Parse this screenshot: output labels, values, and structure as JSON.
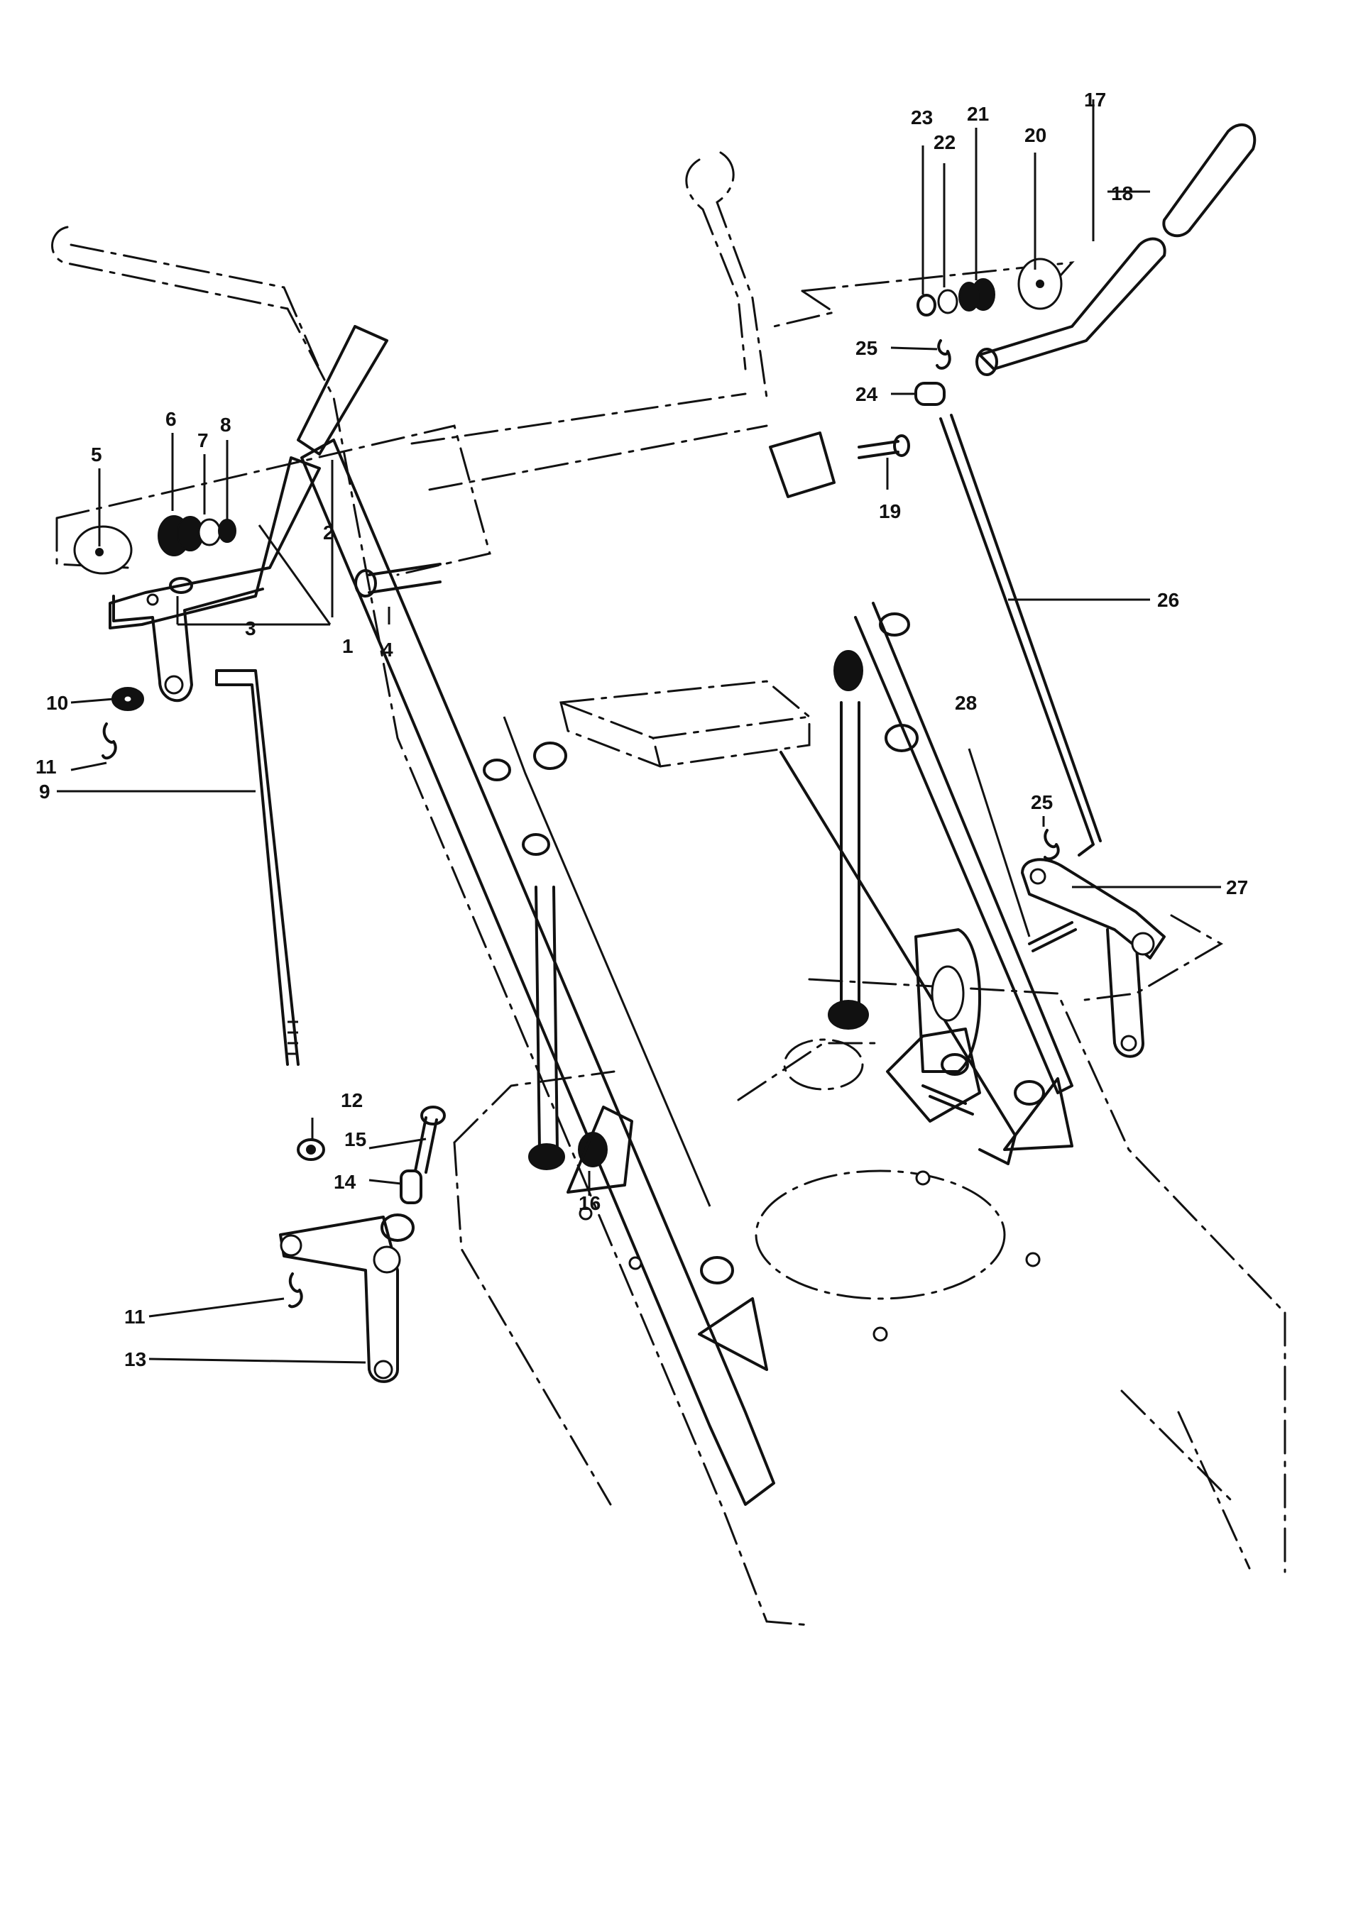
{
  "diagram": {
    "type": "exploded-parts-view",
    "callouts": [
      "1",
      "2",
      "3",
      "4",
      "5",
      "6",
      "7",
      "8",
      "9",
      "10",
      "11",
      "11",
      "12",
      "13",
      "14",
      "15",
      "16",
      "17",
      "18",
      "19",
      "20",
      "21",
      "22",
      "23",
      "24",
      "25",
      "25",
      "26",
      "27",
      "28"
    ]
  }
}
